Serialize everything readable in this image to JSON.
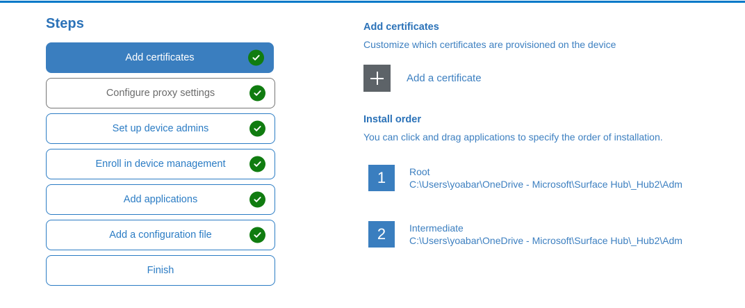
{
  "accent_colors": {
    "top_bar": "#0078c8",
    "primary_blue": "#3a7ebf",
    "link_blue": "#3c7fc0",
    "heading_blue": "#2b72b8",
    "check_green": "#107c10",
    "add_square_gray": "#5d6368",
    "muted_gray": "#6b6b6b"
  },
  "steps": {
    "heading": "Steps",
    "items": [
      {
        "label": "Add certificates",
        "state": "selected",
        "completed": true
      },
      {
        "label": "Configure proxy settings",
        "state": "muted",
        "completed": true
      },
      {
        "label": "Set up device admins",
        "state": "default",
        "completed": true
      },
      {
        "label": "Enroll in device management",
        "state": "default",
        "completed": true
      },
      {
        "label": "Add applications",
        "state": "default",
        "completed": true
      },
      {
        "label": "Add a configuration file",
        "state": "default",
        "completed": true
      },
      {
        "label": "Finish",
        "state": "default",
        "completed": false
      }
    ]
  },
  "certificates": {
    "title": "Add certificates",
    "subtitle": "Customize which certificates are provisioned on the device",
    "add_icon": "plus-icon",
    "add_label": "Add a certificate"
  },
  "install_order": {
    "title": "Install order",
    "subtitle": "You can click and drag applications to specify the order of installation.",
    "items": [
      {
        "number": "1",
        "name": "Root",
        "path": "C:\\Users\\yoabar\\OneDrive - Microsoft\\Surface Hub\\_Hub2\\Adm"
      },
      {
        "number": "2",
        "name": "Intermediate",
        "path": "C:\\Users\\yoabar\\OneDrive - Microsoft\\Surface Hub\\_Hub2\\Adm"
      }
    ]
  }
}
